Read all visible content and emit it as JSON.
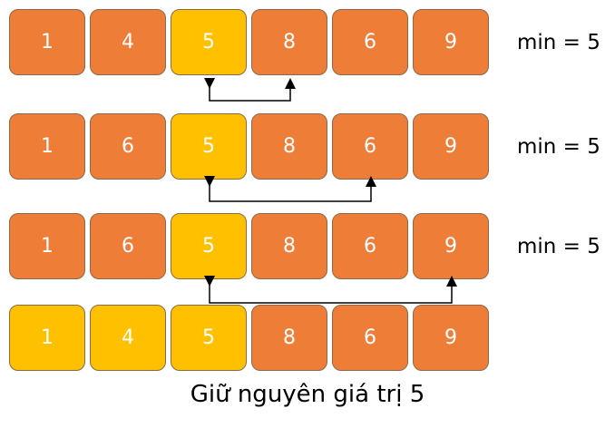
{
  "rows": [
    {
      "cells": [
        {
          "value": "1",
          "color": "#ee7d38"
        },
        {
          "value": "4",
          "color": "#ee7d38"
        },
        {
          "value": "5",
          "color": "#ffc000"
        },
        {
          "value": "8",
          "color": "#ee7d38"
        },
        {
          "value": "6",
          "color": "#ee7d38"
        },
        {
          "value": "9",
          "color": "#ee7d38"
        }
      ],
      "min_label": "min = 5"
    },
    {
      "cells": [
        {
          "value": "1",
          "color": "#ee7d38"
        },
        {
          "value": "6",
          "color": "#ee7d38"
        },
        {
          "value": "5",
          "color": "#ffc000"
        },
        {
          "value": "8",
          "color": "#ee7d38"
        },
        {
          "value": "6",
          "color": "#ee7d38"
        },
        {
          "value": "9",
          "color": "#ee7d38"
        }
      ],
      "min_label": "min = 5"
    },
    {
      "cells": [
        {
          "value": "1",
          "color": "#ee7d38"
        },
        {
          "value": "6",
          "color": "#ee7d38"
        },
        {
          "value": "5",
          "color": "#ffc000"
        },
        {
          "value": "8",
          "color": "#ee7d38"
        },
        {
          "value": "6",
          "color": "#ee7d38"
        },
        {
          "value": "9",
          "color": "#ee7d38"
        }
      ],
      "min_label": "min = 5"
    },
    {
      "cells": [
        {
          "value": "1",
          "color": "#ffc000"
        },
        {
          "value": "4",
          "color": "#ffc000"
        },
        {
          "value": "5",
          "color": "#ffc000"
        },
        {
          "value": "8",
          "color": "#ee7d38"
        },
        {
          "value": "6",
          "color": "#ee7d38"
        },
        {
          "value": "9",
          "color": "#ee7d38"
        }
      ],
      "min_label": ""
    }
  ],
  "comparisons": [
    {
      "from_index": 2,
      "to_index": 3
    },
    {
      "from_index": 2,
      "to_index": 4
    },
    {
      "from_index": 2,
      "to_index": 5
    }
  ],
  "caption": "Giữ nguyên giá trị 5",
  "colors": {
    "orange": "#ee7d38",
    "yellow": "#ffc000",
    "arrow": "#000000"
  }
}
